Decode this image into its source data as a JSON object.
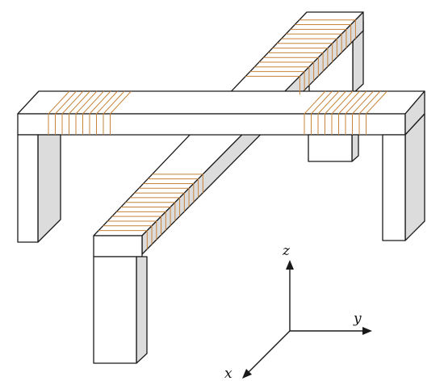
{
  "colors": {
    "outline": "#1a1a1a",
    "top_face": "#ffffff",
    "side_face": "#dcdcdc",
    "front_face": "#ffffff",
    "coil": "#c8843a",
    "axis": "#1a1a1a"
  },
  "axes": {
    "z_label": "z",
    "y_label": "y",
    "x_label": "x"
  }
}
